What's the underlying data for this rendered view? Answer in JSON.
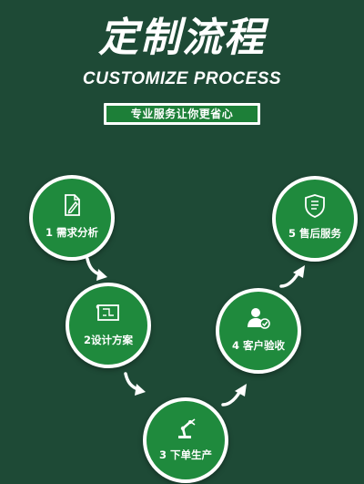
{
  "header": {
    "title": "定制流程",
    "subtitle": "CUSTOMIZE PROCESS",
    "badge": "专业服务让你更省心"
  },
  "steps": [
    {
      "label": "1 需求分析",
      "icon": "edit-document-icon"
    },
    {
      "label": "2设计方案",
      "icon": "blueprint-icon"
    },
    {
      "label": "3 下单生产",
      "icon": "robot-arm-icon"
    },
    {
      "label": "4 客户验收",
      "icon": "user-check-icon"
    },
    {
      "label": "5 售后服务",
      "icon": "after-sales-shield-icon"
    }
  ],
  "colors": {
    "background": "#1e4a36",
    "circle": "#1f8a3d",
    "badge": "#1d7f38",
    "text": "#ffffff"
  }
}
